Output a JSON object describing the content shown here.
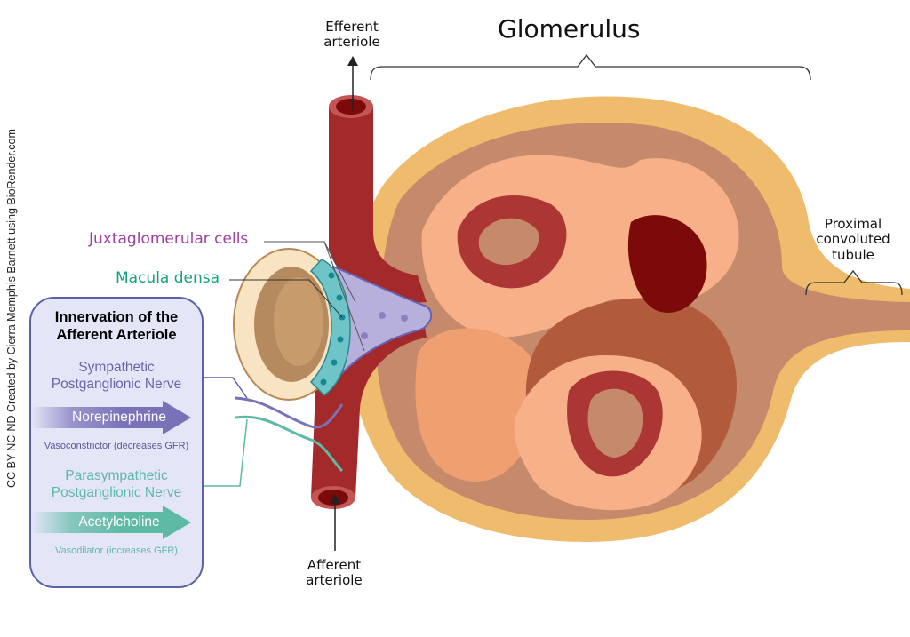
{
  "credit": "CC BY-NC-ND Created by Cierra Memphis Barnett using BioRender.com",
  "labels": {
    "glomerulus": "Glomerulus",
    "efferent_arteriole": [
      "Efferent",
      "arteriole"
    ],
    "afferent_arteriole": [
      "Afferent",
      "arteriole"
    ],
    "proximal_tubule": [
      "Proximal",
      "convoluted",
      "tubule"
    ],
    "juxtaglomerular_cells": "Juxtaglomerular cells",
    "macula_densa": "Macula densa"
  },
  "panel": {
    "title": [
      "Innervation of the",
      "Afferent Arteriole"
    ],
    "sympathetic": {
      "name": [
        "Sympathetic",
        "Postganglionic Nerve"
      ],
      "neurotransmitter": "Norepinephrine",
      "effect": "Vasoconstrictor (decreases GFR)"
    },
    "parasympathetic": {
      "name": [
        "Parasympathetic",
        "Postganglionic Nerve"
      ],
      "neurotransmitter": "Acetylcholine",
      "effect": "Vasodilator (increases GFR)"
    }
  },
  "colors": {
    "arteriole": "#a3292b",
    "capsule_outer": "#efbb6c",
    "capsule_inner": "#c58a6b",
    "capillary": "#f8b088",
    "sympathetic": "#7a72b8",
    "parasympathetic": "#5eb9a5",
    "jg_label": "#9b3fa0",
    "md_label": "#18a07a"
  }
}
